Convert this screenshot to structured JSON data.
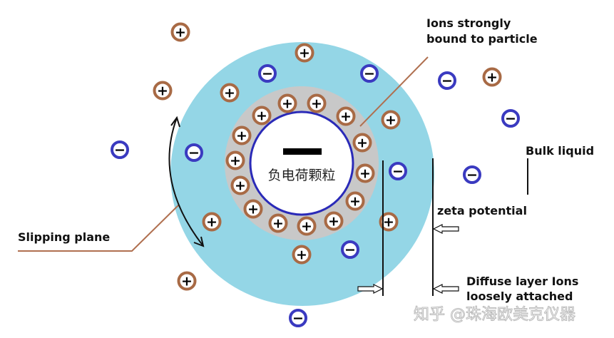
{
  "labels": {
    "ions_bound_line1": "Ions strongly",
    "ions_bound_line2": "bound to particle",
    "bulk_liquid": "Bulk liquid",
    "zeta_potential": "zeta potential",
    "slipping_plane": "Slipping plane",
    "diffuse_line1": "Diffuse layer Ions",
    "diffuse_line2": "loosely attached",
    "particle_label": "负电荷颗粒"
  },
  "watermark": "知乎 @珠海欧美克仪器",
  "ion_symbols": {
    "positive": "+",
    "negative": "−"
  },
  "colors": {
    "diffuse_layer": "#94d6e6",
    "stern_layer": "#c8c8c8",
    "particle_border": "#2a2ab8",
    "positive_ion_ring": "#a86a45",
    "negative_ion_ring": "#3a3ac0",
    "leader_line": "#b07050"
  }
}
